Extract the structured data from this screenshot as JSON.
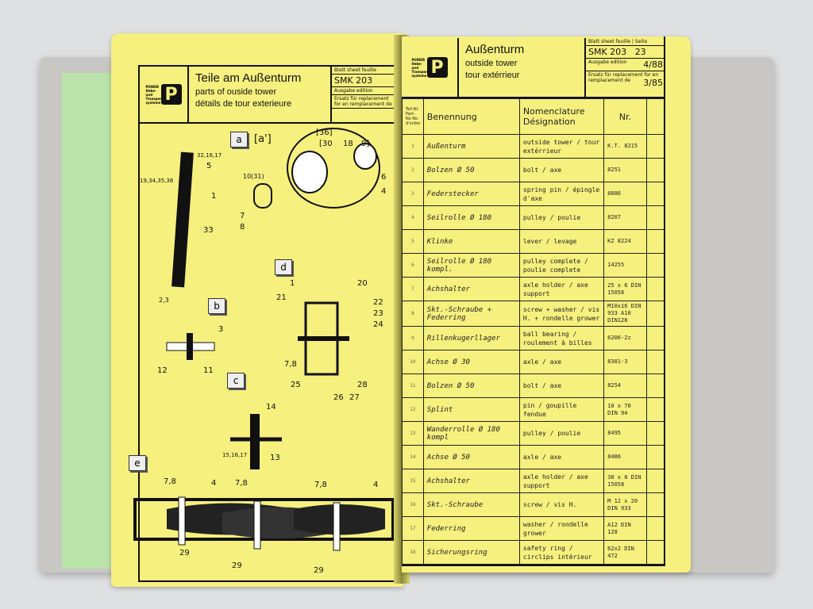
{
  "left_page": {
    "title_de": "Teile am Außenturm",
    "title_en": "parts of ouside tower",
    "title_fr": "détails de tour exterieure",
    "logo_letter": "P",
    "sheet_label": "Blatt sheet feuille",
    "sheet": "SMK 203",
    "edition_label": "Ausgabe edition",
    "replacement_label": "Ersatz für replacement for en remplacement de",
    "views": {
      "a": "a",
      "a2": "[a']",
      "b": "b",
      "c": "c",
      "d": "d",
      "e": "e"
    },
    "callouts": [
      "32,16,17",
      "5",
      "19,34,35,36",
      "1",
      "10(31)",
      "7",
      "8",
      "33",
      "2,3",
      "[36]",
      "[30",
      "18",
      "9]",
      "6",
      "4",
      "1",
      "20",
      "21",
      "22",
      "23",
      "24",
      "3",
      "12",
      "11",
      "7,8",
      "25",
      "26",
      "27",
      "28",
      "14",
      "15,16,17",
      "13",
      "7,8",
      "4",
      "7,8",
      "7,8",
      "4",
      "29",
      "29",
      "29"
    ]
  },
  "right_page": {
    "title_de": "Außenturm",
    "title_en": "outside tower",
    "title_fr": "tour extérrieur",
    "logo_letter": "P",
    "sheet_label": "Blatt sheet feuille",
    "page_label": "Seite",
    "sheet": "SMK 203",
    "page": "23",
    "edition_label": "Ausgabe edition",
    "edition": "4/88",
    "replacement_label": "Ersatz für replacement for en remplacement de",
    "replacement": "3/85",
    "columns": {
      "no": "Teil-Nr Part-No No d'ordre",
      "name": "Benennung",
      "designation": "Nomenclature Désignation",
      "nr": "Nr."
    },
    "rows": [
      {
        "no": "1",
        "name": "Außenturm",
        "des": "outside tower / tour extérrieur",
        "nr": "K.T. 8215"
      },
      {
        "no": "2",
        "name": "Bolzen Ø 50",
        "des": "bolt / axe",
        "nr": "8251"
      },
      {
        "no": "3",
        "name": "Federstecker",
        "des": "spring pin / épingle d'axe",
        "nr": "8886"
      },
      {
        "no": "4",
        "name": "Seilrolle Ø 180",
        "des": "pulley / poulie",
        "nr": "8207"
      },
      {
        "no": "5",
        "name": "Klinke",
        "des": "lever / levage",
        "nr": "KZ 8224"
      },
      {
        "no": "6",
        "name": "Seilrolle Ø 180 kompl.",
        "des": "pulley complete / poulie complete",
        "nr": "14255"
      },
      {
        "no": "7",
        "name": "Achshalter",
        "des": "axle holder / axe support",
        "nr": "25 x 6 DIN 15058"
      },
      {
        "no": "8",
        "name": "Skt.-Schraube + Federring",
        "des": "screw + washer / vis H. + rondelle grower",
        "nr": "M10x16 DIN 933 A10 DIN128"
      },
      {
        "no": "9",
        "name": "Rillenkugerllager",
        "des": "ball bearing / roulement à billes",
        "nr": "6206-2z"
      },
      {
        "no": "10",
        "name": "Achse Ø 30",
        "des": "axle / axe",
        "nr": "8301-3"
      },
      {
        "no": "11",
        "name": "Bolzen Ø 50",
        "des": "bolt / axe",
        "nr": "8254"
      },
      {
        "no": "12",
        "name": "Splint",
        "des": "pin / goupille fendue",
        "nr": "10 x 70 DIN 94"
      },
      {
        "no": "13",
        "name": "Wanderrolle Ø 180 kompl",
        "des": "pulley / poulie",
        "nr": "8495"
      },
      {
        "no": "14",
        "name": "Achse Ø 50",
        "des": "axle / axe",
        "nr": "8486"
      },
      {
        "no": "15",
        "name": "Achshalter",
        "des": "axle holder / axe support",
        "nr": "30 x 8 DIN 15058"
      },
      {
        "no": "16",
        "name": "Skt.-Schraube",
        "des": "screw / vis H.",
        "nr": "M 12 x 20 DIN 933"
      },
      {
        "no": "17",
        "name": "Federring",
        "des": "washer / rondelle grower",
        "nr": "A12 DIN 128"
      },
      {
        "no": "18",
        "name": "Sicherungsring",
        "des": "safety ring / circlips intérieur",
        "nr": "62x2 DIN 472"
      }
    ]
  },
  "colors": {
    "paper": "#f6f07e",
    "ink": "#111111",
    "binder": "#c9c7c4",
    "tab": "#b9e3a8"
  }
}
